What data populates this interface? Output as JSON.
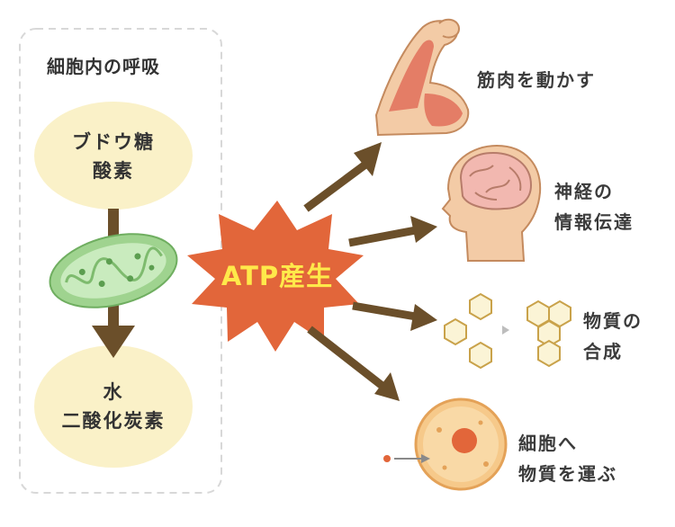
{
  "panel": {
    "title": "細胞内の呼吸",
    "inputs": "ブドウ糖\n酸素",
    "outputs": "水\n二酸化炭素"
  },
  "center": {
    "label": "ATP産生"
  },
  "uses": [
    {
      "label": "筋肉を動かす",
      "icon": "muscle-arm-icon"
    },
    {
      "label": "神経の\n情報伝達",
      "icon": "brain-head-icon"
    },
    {
      "label": "物質の\n合成",
      "icon": "hexagon-molecule-icon"
    },
    {
      "label": "細胞へ\n物質を運ぶ",
      "icon": "cell-icon"
    }
  ],
  "colors": {
    "panel_border": "#d8d8d8",
    "circle_fill": "#faf1c8",
    "arrow": "#6b4f2a",
    "burst": "#e2663a",
    "atp_text": "#ffe94a",
    "mitochondria": "#8cc97f"
  }
}
